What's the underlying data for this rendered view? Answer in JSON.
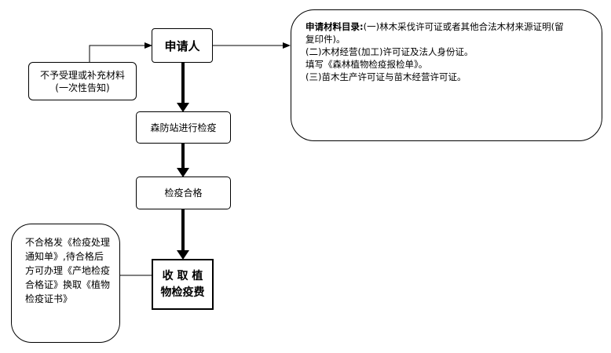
{
  "applicant": {
    "label": "申请人"
  },
  "materials": {
    "heading": "申请材料目录:",
    "line1": "(一)林木采伐许可证或者其他合法木材来源证明(留",
    "line2": "复印件)。",
    "line3": "(二)木材经营(加工)许可证及法人身份证。",
    "line4": "填写《森林植物检疫报检单》。",
    "line5": "(三)苗木生产许可证与苗木经营许可证。"
  },
  "reject": {
    "line1": "不予受理或补充材料",
    "line2": "(一次性告知)"
  },
  "inspection": {
    "label": "森防站进行检疫"
  },
  "passed": {
    "label": "检疫合格"
  },
  "failed": {
    "line1": "不合格发《检疫处理",
    "line2": "通知单》,待合格后",
    "line3": "方可办理《产地检疫",
    "line4": "合格证》换取《植物",
    "line5": "检疫证书》"
  },
  "fee": {
    "line1": "收 取 植",
    "line2": "物检疫费"
  }
}
